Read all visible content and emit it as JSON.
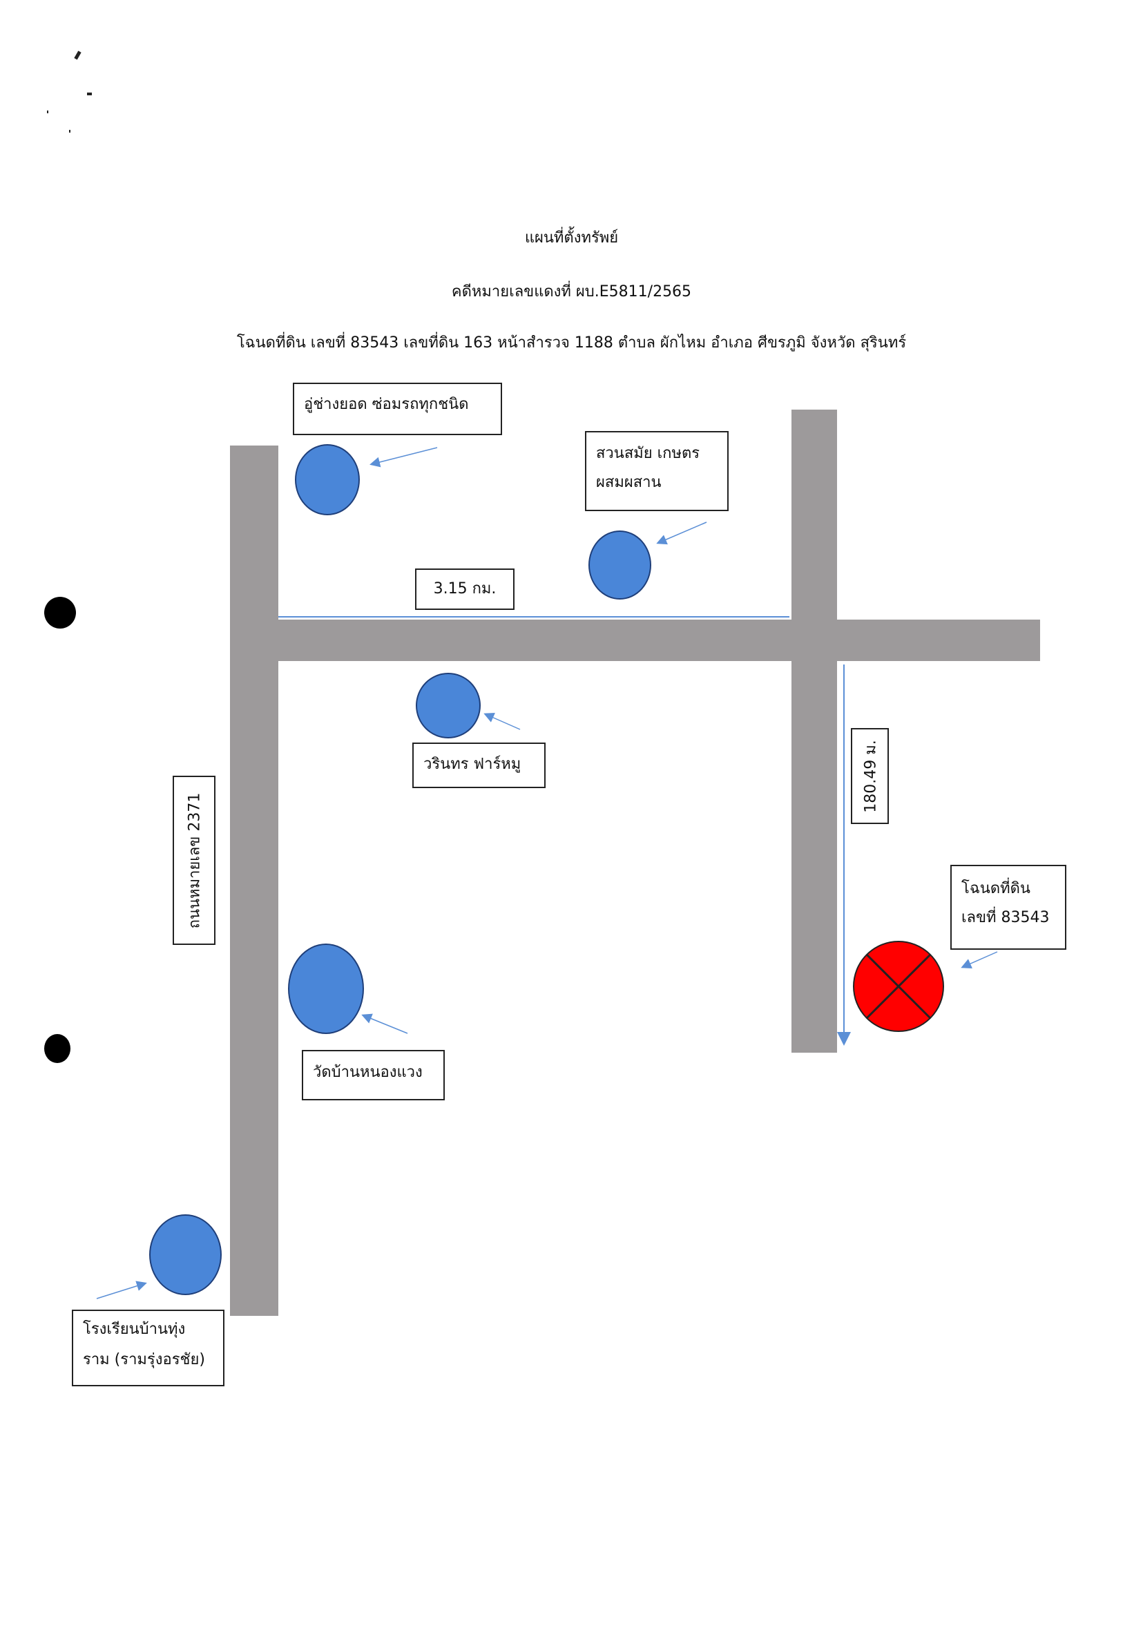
{
  "document": {
    "title": "แผนที่ตั้งทรัพย์",
    "case_number": "คดีหมายเลขแดงที่ ผบ.E5811/2565",
    "deed_line": "โฉนดที่ดิน เลขที่ 83543 เลขที่ดิน 163 หน้าสำรวจ 1188 ตำบล ผักไหม อำเภอ ศีขรภูมิ จังหวัด สุรินทร์"
  },
  "map": {
    "road_name": "ถนนหมายเลข 2371",
    "distance_horizontal": "3.15 กม.",
    "distance_vertical": "180.49 ม.",
    "landmarks": {
      "garage": "อู่ช่างยอด ซ่อมรถทุกชนิด",
      "farm_garden_line1": "สวนสมัย เกษตร",
      "farm_garden_line2": "ผสมผสาน",
      "pig_farm": "วรินทร ฟาร์หมู",
      "temple": "วัดบ้านหนองแวง",
      "school_line1": "โรงเรียนบ้านทุ่ง",
      "school_line2": "ราม (รามรุ่งอรชัย)"
    },
    "target": {
      "line1": "โฉนดที่ดิน",
      "line2": "เลขที่ 83543"
    },
    "colors": {
      "road": "#9d9a9b",
      "landmark": "#4a86d8",
      "target": "#ff0000",
      "arrow": "#5b8fd6"
    }
  }
}
